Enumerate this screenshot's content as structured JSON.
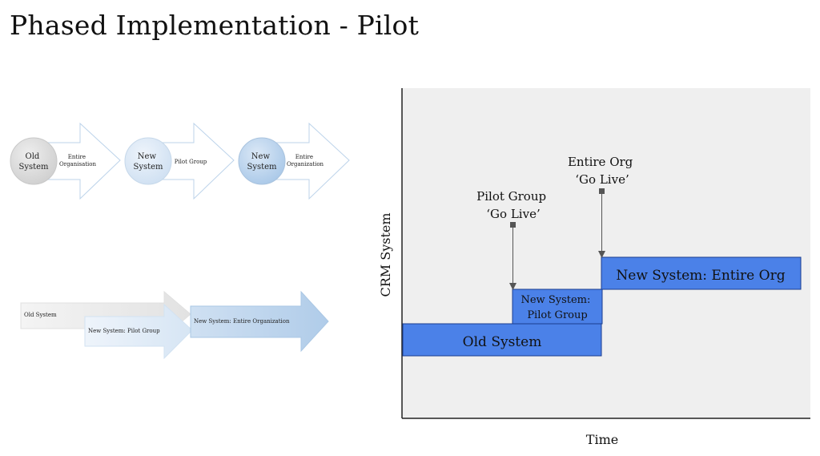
{
  "page": {
    "title": "Phased Implementation - Pilot"
  },
  "flow_top": {
    "stages": [
      {
        "circle": [
          "Old",
          "System"
        ],
        "arrow": [
          "Entire",
          "Organisation"
        ]
      },
      {
        "circle": [
          "New",
          "System"
        ],
        "arrow": [
          "Pilot Group"
        ]
      },
      {
        "circle": [
          "New",
          "System"
        ],
        "arrow": [
          "Entire",
          "Organization"
        ]
      }
    ]
  },
  "flow_bottom": {
    "old_label": "Old System",
    "pilot_label": "New System: Pilot Group",
    "entire_label": "New System: Entire Organization"
  },
  "timeline": {
    "y_axis_label": "CRM System",
    "x_axis_label": "Time",
    "blocks": {
      "old": "Old System",
      "pilot_line1": "New System:",
      "pilot_line2": "Pilot Group",
      "entire": "New System: Entire Org"
    },
    "events": {
      "pilot_line1": "Pilot Group",
      "pilot_line2": "‘Go Live’",
      "entire_line1": "Entire Org",
      "entire_line2": "‘Go Live’"
    }
  },
  "colors": {
    "block_fill": "#4b81e8",
    "block_stroke": "#1b3d8f",
    "plot_bg": "#efefef",
    "circle_grey": "#d4d4d4",
    "circle_blue_light": "#d4e4f4",
    "circle_blue": "#b4cfea"
  }
}
